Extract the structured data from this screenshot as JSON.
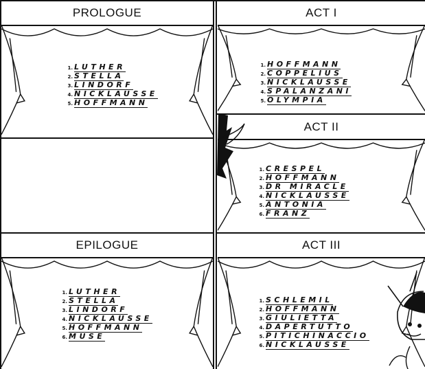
{
  "panels": {
    "prologue": {
      "title": "PROLOGUE",
      "cast": [
        "LUTHER",
        "STELLA",
        "LINDORF",
        "NICKLAUSSE",
        "HOFFMANN"
      ]
    },
    "act1": {
      "title": "ACT I",
      "cast": [
        "HOFFMANN",
        "COPPELIUS",
        "NICKLAUSSE",
        "SPALANZANI",
        "OLYMPIA"
      ]
    },
    "act2": {
      "title": "ACT II",
      "cast": [
        "CRESPEL",
        "HOFFMANN",
        "DR MIRACLE",
        "NICKLAUSSE",
        "ANTONIA",
        "FRANZ"
      ]
    },
    "epilogue": {
      "title": "EPILOGUE",
      "cast": [
        "LUTHER",
        "STELLA",
        "LINDORF",
        "NICKLAUSSE",
        "HOFFMANN",
        "MUSE"
      ]
    },
    "act3": {
      "title": "ACT III",
      "cast": [
        "SCHLEMIL",
        "HOFFMANN",
        "GIULIETTA",
        "DAPERTUTTO",
        "PITICHINACCIO",
        "NICKLAUSSE"
      ]
    }
  },
  "numbers": [
    "1.",
    "2.",
    "3.",
    "4.",
    "5.",
    "6."
  ]
}
